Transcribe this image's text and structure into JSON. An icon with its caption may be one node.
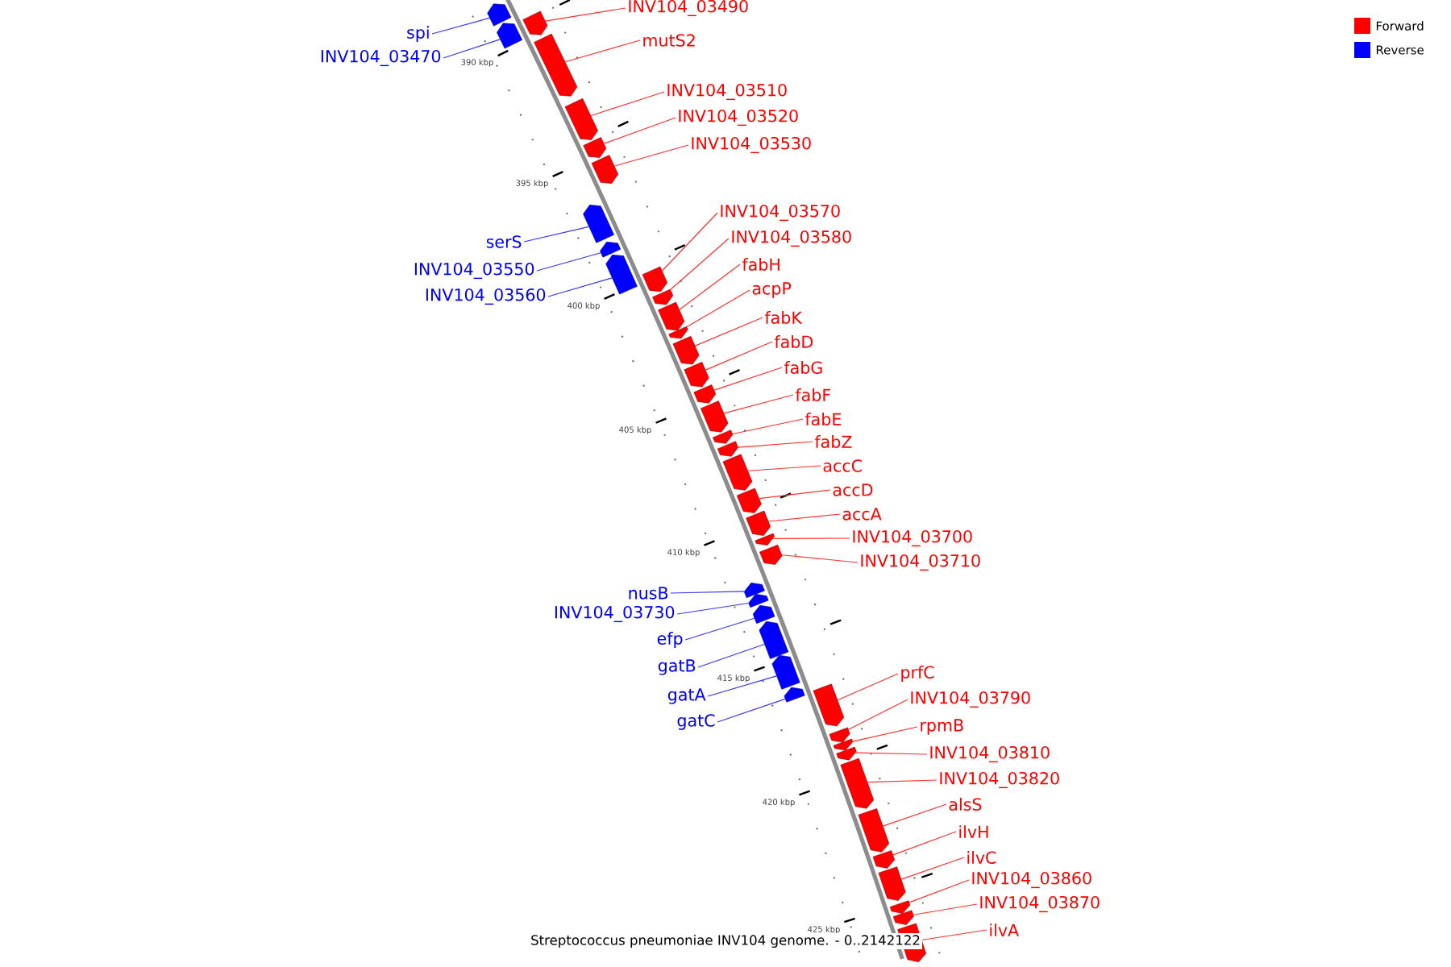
{
  "diagram": {
    "caption": "Streptococcus pneumoniae INV104 genome. - 0..2142122",
    "nodes": [
      {
        "text": [
          "INV104_03490"
        ]
      },
      {
        "text": [],
        "shape": "arrow"
      },
      {
        "text": [
          "spi"
        ]
      },
      {
        "text": [],
        "shape": "arrow"
      },
      {
        "text": [
          "mutS2"
        ]
      },
      {
        "text": [],
        "shape": "arrow"
      },
      {
        "text": [
          "INV104_03470"
        ]
      },
      {
        "text": [],
        "shape": "arrow"
      },
      {
        "text": [
          "INV104_03510"
        ]
      },
      {
        "text": [],
        "shape": "arrow"
      },
      {
        "text": [
          "INV104_03520"
        ]
      },
      {
        "text": [],
        "shape": "arrow"
      },
      {
        "text": [
          "INV104_03530"
        ]
      },
      {
        "text": [],
        "shape": "arrow"
      },
      {
        "text": [
          "INV104_03570"
        ]
      },
      {
        "text": [],
        "shape": "arrow"
      },
      {
        "text": [
          "INV104_03580"
        ]
      },
      {
        "text": [],
        "shape": "arrow"
      },
      {
        "text": [
          "serS"
        ]
      },
      {
        "text": [],
        "shape": "arrow"
      },
      {
        "text": [
          "fabH"
        ]
      },
      {
        "text": [],
        "shape": "arrow"
      },
      {
        "text": [
          "INV104_03550"
        ]
      },
      {
        "text": [],
        "shape": "arrow"
      },
      {
        "text": [
          "acpP"
        ]
      },
      {
        "text": [],
        "shape": "arrow"
      },
      {
        "text": [
          "INV104_03560"
        ]
      },
      {
        "text": [],
        "shape": "arrow"
      },
      {
        "text": [
          "fabK"
        ]
      },
      {
        "text": [],
        "shape": "arrow"
      },
      {
        "text": [
          "fabD"
        ]
      },
      {
        "text": [],
        "shape": "arrow"
      },
      {
        "text": [
          "fabG"
        ]
      },
      {
        "text": [],
        "shape": "arrow"
      },
      {
        "text": [
          "fabF"
        ]
      },
      {
        "text": [],
        "shape": "arrow"
      },
      {
        "text": [
          "fabE"
        ]
      },
      {
        "text": [],
        "shape": "arrow"
      },
      {
        "text": [
          "fabZ"
        ]
      },
      {
        "text": [],
        "shape": "arrow"
      },
      {
        "text": [
          "accC"
        ]
      },
      {
        "text": [],
        "shape": "arrow"
      },
      {
        "text": [
          "accD"
        ]
      },
      {
        "text": [],
        "shape": "arrow"
      },
      {
        "text": [
          "accA"
        ]
      },
      {
        "text": [],
        "shape": "arrow"
      },
      {
        "text": [
          "INV104_03700"
        ]
      },
      {
        "text": [],
        "shape": "arrow"
      },
      {
        "text": [
          "INV104_03710"
        ]
      },
      {
        "text": [],
        "shape": "arrow"
      },
      {
        "text": [
          "nusB"
        ]
      },
      {
        "text": [],
        "shape": "arrow"
      },
      {
        "text": [
          "INV104_03730"
        ]
      },
      {
        "text": [],
        "shape": "arrow"
      },
      {
        "text": [
          "efp"
        ]
      },
      {
        "text": [],
        "shape": "arrow"
      },
      {
        "text": [
          "gatB"
        ]
      },
      {
        "text": [],
        "shape": "arrow"
      },
      {
        "text": [
          "prfC"
        ]
      },
      {
        "text": [],
        "shape": "arrow"
      },
      {
        "text": [
          "gatA"
        ]
      },
      {
        "text": [],
        "shape": "arrow"
      },
      {
        "text": [
          "gatC"
        ]
      },
      {
        "text": [],
        "shape": "arrow"
      },
      {
        "text": [
          "INV104_03790"
        ]
      },
      {
        "text": [],
        "shape": "arrow"
      },
      {
        "text": [
          "rpmB"
        ]
      },
      {
        "text": [],
        "shape": "arrow"
      },
      {
        "text": [
          "INV104_03810"
        ]
      },
      {
        "text": [],
        "shape": "arrow"
      },
      {
        "text": [
          "INV104_03820"
        ]
      },
      {
        "text": [],
        "shape": "arrow"
      },
      {
        "text": [
          "alsS"
        ]
      },
      {
        "text": [],
        "shape": "arrow"
      },
      {
        "text": [
          "ilvH"
        ]
      },
      {
        "text": [],
        "shape": "arrow"
      },
      {
        "text": [
          "ilvC"
        ]
      },
      {
        "text": [],
        "shape": "arrow"
      },
      {
        "text": [
          "INV104_03860"
        ]
      },
      {
        "text": [],
        "shape": "arrow"
      },
      {
        "text": [
          "INV104_03870"
        ]
      },
      {
        "text": [],
        "shape": "arrow"
      },
      {
        "text": [
          "ilvA"
        ]
      },
      {
        "text": [],
        "shape": "arrow"
      }
    ],
    "edges": [
      {
        "from": 0,
        "to": 1,
        "arrow": "none"
      },
      {
        "from": 2,
        "to": 3,
        "arrow": "none",
        "color": "#3535ff"
      },
      {
        "from": 4,
        "to": 5,
        "arrow": "none"
      },
      {
        "from": 6,
        "to": 7,
        "arrow": "none",
        "color": "#3535ff"
      },
      {
        "from": 8,
        "to": 9,
        "arrow": "none"
      },
      {
        "from": 10,
        "to": 11,
        "arrow": "none"
      },
      {
        "from": 12,
        "to": 13,
        "arrow": "none"
      },
      {
        "from": 14,
        "to": 15,
        "arrow": "none"
      },
      {
        "from": 16,
        "to": 17,
        "arrow": "none"
      },
      {
        "from": 18,
        "to": 19,
        "arrow": "none",
        "color": "#3535ff"
      },
      {
        "from": 20,
        "to": 21,
        "arrow": "none"
      },
      {
        "from": 22,
        "to": 23,
        "arrow": "none",
        "color": "#3535ff"
      },
      {
        "from": 24,
        "to": 25,
        "arrow": "none"
      },
      {
        "from": 26,
        "to": 27,
        "arrow": "none",
        "color": "#3535ff"
      },
      {
        "from": 28,
        "to": 29,
        "arrow": "none"
      },
      {
        "from": 30,
        "to": 31,
        "arrow": "none"
      },
      {
        "from": 32,
        "to": 33,
        "arrow": "none"
      },
      {
        "from": 34,
        "to": 35,
        "arrow": "none"
      },
      {
        "from": 36,
        "to": 37,
        "arrow": "none"
      },
      {
        "from": 38,
        "to": 39,
        "arrow": "none"
      },
      {
        "from": 40,
        "to": 41,
        "arrow": "none"
      },
      {
        "from": 42,
        "to": 43,
        "arrow": "none"
      },
      {
        "from": 44,
        "to": 45,
        "arrow": "none"
      },
      {
        "from": 46,
        "to": 47,
        "arrow": "none"
      },
      {
        "from": 48,
        "to": 49,
        "arrow": "none"
      },
      {
        "from": 50,
        "to": 51,
        "arrow": "none",
        "color": "#3535ff"
      },
      {
        "from": 52,
        "to": 53,
        "arrow": "none",
        "color": "#3535ff"
      },
      {
        "from": 54,
        "to": 55,
        "arrow": "none",
        "color": "#3535ff"
      },
      {
        "from": 56,
        "to": 57,
        "arrow": "none",
        "color": "#3535ff"
      },
      {
        "from": 58,
        "to": 59,
        "arrow": "none"
      },
      {
        "from": 60,
        "to": 61,
        "arrow": "none",
        "color": "#3535ff"
      },
      {
        "from": 62,
        "to": 63,
        "arrow": "none",
        "color": "#3535ff"
      },
      {
        "from": 64,
        "to": 65,
        "arrow": "none"
      },
      {
        "from": 66,
        "to": 67,
        "arrow": "none"
      },
      {
        "from": 68,
        "to": 69,
        "arrow": "none"
      },
      {
        "from": 70,
        "to": 71,
        "arrow": "none"
      },
      {
        "from": 72,
        "to": 73,
        "arrow": "none"
      },
      {
        "from": 74,
        "to": 75,
        "arrow": "none"
      },
      {
        "from": 76,
        "to": 77,
        "arrow": "none"
      },
      {
        "from": 78,
        "to": 79,
        "arrow": "none"
      },
      {
        "from": 80,
        "to": 81,
        "arrow": "none"
      },
      {
        "from": 82,
        "to": 83,
        "arrow": "none"
      }
    ],
    "labels": [
      "390 kbp",
      "395 kbp",
      "400 kbp",
      "405 kbp",
      "410 kbp",
      "415 kbp",
      "420 kbp",
      "425 kbp"
    ],
    "legend": [
      {
        "text": "Forward",
        "color": "#ff0000"
      },
      {
        "text": "Reverse",
        "color": "#0000ff"
      }
    ]
  }
}
